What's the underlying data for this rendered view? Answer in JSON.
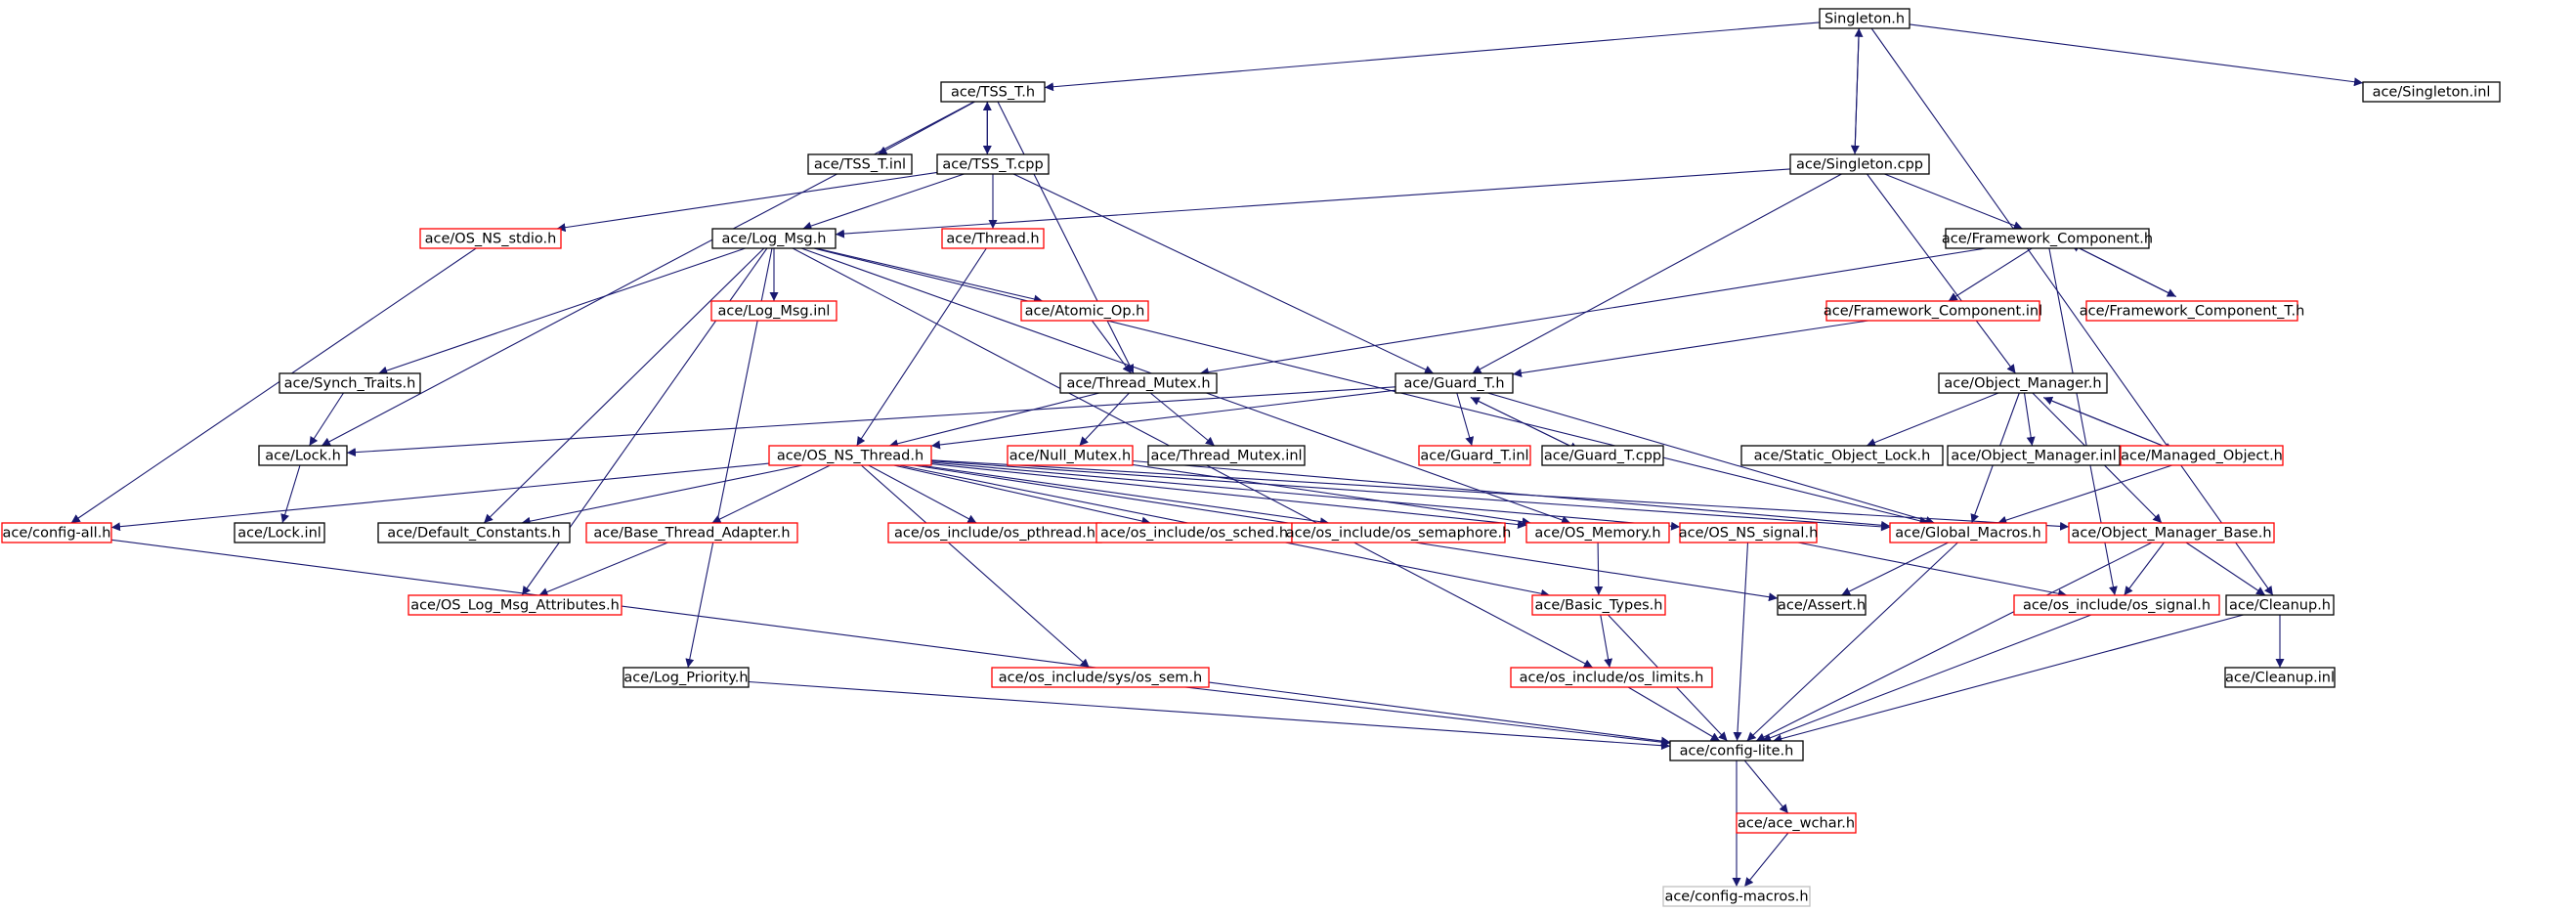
{
  "colors": {
    "edge": "#191970",
    "border_normal": "#000000",
    "border_missing": "#ff0000",
    "border_external": "#bfbfbf",
    "root_fill": "#bfbfbf"
  },
  "nodes": [
    {
      "id": "singleton_h",
      "label": "Singleton.h",
      "kind": "root"
    },
    {
      "id": "tss_t_h",
      "label": "ace/TSS_T.h",
      "kind": "normal"
    },
    {
      "id": "singleton_inl",
      "label": "ace/Singleton.inl",
      "kind": "normal"
    },
    {
      "id": "tss_t_inl",
      "label": "ace/TSS_T.inl",
      "kind": "normal"
    },
    {
      "id": "tss_t_cpp",
      "label": "ace/TSS_T.cpp",
      "kind": "normal"
    },
    {
      "id": "singleton_cpp",
      "label": "ace/Singleton.cpp",
      "kind": "normal"
    },
    {
      "id": "os_ns_stdio_h",
      "label": "ace/OS_NS_stdio.h",
      "kind": "missing"
    },
    {
      "id": "log_msg_h",
      "label": "ace/Log_Msg.h",
      "kind": "normal"
    },
    {
      "id": "thread_h",
      "label": "ace/Thread.h",
      "kind": "missing"
    },
    {
      "id": "framework_component_h",
      "label": "ace/Framework_Component.h",
      "kind": "normal"
    },
    {
      "id": "log_msg_inl",
      "label": "ace/Log_Msg.inl",
      "kind": "missing"
    },
    {
      "id": "atomic_op_h",
      "label": "ace/Atomic_Op.h",
      "kind": "missing"
    },
    {
      "id": "framework_component_inl",
      "label": "ace/Framework_Component.inl",
      "kind": "missing"
    },
    {
      "id": "framework_component_t_h",
      "label": "ace/Framework_Component_T.h",
      "kind": "missing"
    },
    {
      "id": "synch_traits_h",
      "label": "ace/Synch_Traits.h",
      "kind": "normal"
    },
    {
      "id": "thread_mutex_h",
      "label": "ace/Thread_Mutex.h",
      "kind": "normal"
    },
    {
      "id": "guard_t_h",
      "label": "ace/Guard_T.h",
      "kind": "normal"
    },
    {
      "id": "object_manager_h",
      "label": "ace/Object_Manager.h",
      "kind": "normal"
    },
    {
      "id": "lock_h",
      "label": "ace/Lock.h",
      "kind": "normal"
    },
    {
      "id": "os_ns_thread_h",
      "label": "ace/OS_NS_Thread.h",
      "kind": "missing"
    },
    {
      "id": "null_mutex_h",
      "label": "ace/Null_Mutex.h",
      "kind": "missing"
    },
    {
      "id": "thread_mutex_inl",
      "label": "ace/Thread_Mutex.inl",
      "kind": "normal"
    },
    {
      "id": "guard_t_inl",
      "label": "ace/Guard_T.inl",
      "kind": "missing"
    },
    {
      "id": "guard_t_cpp",
      "label": "ace/Guard_T.cpp",
      "kind": "normal"
    },
    {
      "id": "static_object_lock_h",
      "label": "ace/Static_Object_Lock.h",
      "kind": "normal"
    },
    {
      "id": "object_manager_inl",
      "label": "ace/Object_Manager.inl",
      "kind": "normal"
    },
    {
      "id": "managed_object_h",
      "label": "ace/Managed_Object.h",
      "kind": "missing"
    },
    {
      "id": "config_all_h",
      "label": "ace/config-all.h",
      "kind": "missing"
    },
    {
      "id": "lock_inl",
      "label": "ace/Lock.inl",
      "kind": "normal"
    },
    {
      "id": "default_constants_h",
      "label": "ace/Default_Constants.h",
      "kind": "normal"
    },
    {
      "id": "base_thread_adapter_h",
      "label": "ace/Base_Thread_Adapter.h",
      "kind": "missing"
    },
    {
      "id": "os_pthread_h",
      "label": "ace/os_include/os_pthread.h",
      "kind": "missing"
    },
    {
      "id": "os_sched_h",
      "label": "ace/os_include/os_sched.h",
      "kind": "missing"
    },
    {
      "id": "os_semaphore_h",
      "label": "ace/os_include/os_semaphore.h",
      "kind": "missing"
    },
    {
      "id": "os_memory_h",
      "label": "ace/OS_Memory.h",
      "kind": "missing"
    },
    {
      "id": "os_ns_signal_h",
      "label": "ace/OS_NS_signal.h",
      "kind": "missing"
    },
    {
      "id": "global_macros_h",
      "label": "ace/Global_Macros.h",
      "kind": "missing"
    },
    {
      "id": "object_manager_base_h",
      "label": "ace/Object_Manager_Base.h",
      "kind": "missing"
    },
    {
      "id": "os_log_msg_attributes_h",
      "label": "ace/OS_Log_Msg_Attributes.h",
      "kind": "missing"
    },
    {
      "id": "basic_types_h",
      "label": "ace/Basic_Types.h",
      "kind": "missing"
    },
    {
      "id": "assert_h",
      "label": "ace/Assert.h",
      "kind": "normal"
    },
    {
      "id": "os_signal_h",
      "label": "ace/os_include/os_signal.h",
      "kind": "missing"
    },
    {
      "id": "cleanup_h",
      "label": "ace/Cleanup.h",
      "kind": "normal"
    },
    {
      "id": "log_priority_h",
      "label": "ace/Log_Priority.h",
      "kind": "normal"
    },
    {
      "id": "os_sem_h",
      "label": "ace/os_include/sys/os_sem.h",
      "kind": "missing"
    },
    {
      "id": "os_limits_h",
      "label": "ace/os_include/os_limits.h",
      "kind": "missing"
    },
    {
      "id": "cleanup_inl",
      "label": "ace/Cleanup.inl",
      "kind": "normal"
    },
    {
      "id": "config_lite_h",
      "label": "ace/config-lite.h",
      "kind": "normal"
    },
    {
      "id": "ace_wchar_h",
      "label": "ace/ace_wchar.h",
      "kind": "missing"
    },
    {
      "id": "config_macros_h",
      "label": "ace/config-macros.h",
      "kind": "external"
    }
  ],
  "edges": [
    [
      "singleton_h",
      "tss_t_h"
    ],
    [
      "singleton_h",
      "singleton_inl"
    ],
    [
      "singleton_h",
      "singleton_cpp"
    ],
    [
      "singleton_h",
      "cleanup_h"
    ],
    [
      "singleton_cpp",
      "singleton_h"
    ],
    [
      "tss_t_h",
      "tss_t_inl"
    ],
    [
      "tss_t_h",
      "tss_t_cpp"
    ],
    [
      "tss_t_h",
      "lock_h"
    ],
    [
      "tss_t_h",
      "thread_mutex_h"
    ],
    [
      "tss_t_cpp",
      "tss_t_h"
    ],
    [
      "tss_t_cpp",
      "os_ns_stdio_h"
    ],
    [
      "tss_t_cpp",
      "log_msg_h"
    ],
    [
      "tss_t_cpp",
      "thread_h"
    ],
    [
      "tss_t_cpp",
      "guard_t_h"
    ],
    [
      "singleton_cpp",
      "log_msg_h"
    ],
    [
      "singleton_cpp",
      "framework_component_h"
    ],
    [
      "singleton_cpp",
      "guard_t_h"
    ],
    [
      "singleton_cpp",
      "object_manager_h"
    ],
    [
      "os_ns_stdio_h",
      "config_all_h"
    ],
    [
      "log_msg_h",
      "log_msg_inl"
    ],
    [
      "log_msg_h",
      "atomic_op_h"
    ],
    [
      "log_msg_h",
      "synch_traits_h"
    ],
    [
      "log_msg_h",
      "default_constants_h"
    ],
    [
      "log_msg_h",
      "os_log_msg_attributes_h"
    ],
    [
      "log_msg_h",
      "log_priority_h"
    ],
    [
      "log_msg_h",
      "os_limits_h"
    ],
    [
      "log_msg_h",
      "global_macros_h"
    ],
    [
      "log_msg_h",
      "os_memory_h"
    ],
    [
      "thread_h",
      "os_ns_thread_h"
    ],
    [
      "framework_component_h",
      "framework_component_inl"
    ],
    [
      "framework_component_h",
      "framework_component_t_h"
    ],
    [
      "framework_component_h",
      "thread_mutex_h"
    ],
    [
      "framework_component_h",
      "os_signal_h"
    ],
    [
      "framework_component_t_h",
      "framework_component_h"
    ],
    [
      "framework_component_inl",
      "guard_t_h"
    ],
    [
      "atomic_op_h",
      "thread_mutex_h"
    ],
    [
      "synch_traits_h",
      "lock_h"
    ],
    [
      "thread_mutex_h",
      "os_ns_thread_h"
    ],
    [
      "thread_mutex_h",
      "null_mutex_h"
    ],
    [
      "thread_mutex_h",
      "thread_mutex_inl"
    ],
    [
      "guard_t_h",
      "lock_h"
    ],
    [
      "guard_t_h",
      "os_ns_thread_h"
    ],
    [
      "guard_t_h",
      "guard_t_inl"
    ],
    [
      "guard_t_h",
      "guard_t_cpp"
    ],
    [
      "guard_t_h",
      "global_macros_h"
    ],
    [
      "guard_t_cpp",
      "guard_t_h"
    ],
    [
      "object_manager_h",
      "static_object_lock_h"
    ],
    [
      "object_manager_h",
      "object_manager_inl"
    ],
    [
      "object_manager_h",
      "managed_object_h"
    ],
    [
      "object_manager_h",
      "object_manager_base_h"
    ],
    [
      "object_manager_h",
      "global_macros_h"
    ],
    [
      "managed_object_h",
      "object_manager_h"
    ],
    [
      "managed_object_h",
      "global_macros_h"
    ],
    [
      "null_mutex_h",
      "global_macros_h"
    ],
    [
      "null_mutex_h",
      "os_memory_h"
    ],
    [
      "lock_h",
      "lock_inl"
    ],
    [
      "os_ns_thread_h",
      "config_all_h"
    ],
    [
      "os_ns_thread_h",
      "default_constants_h"
    ],
    [
      "os_ns_thread_h",
      "base_thread_adapter_h"
    ],
    [
      "os_ns_thread_h",
      "os_pthread_h"
    ],
    [
      "os_ns_thread_h",
      "os_sched_h"
    ],
    [
      "os_ns_thread_h",
      "os_semaphore_h"
    ],
    [
      "os_ns_thread_h",
      "os_memory_h"
    ],
    [
      "os_ns_thread_h",
      "os_ns_signal_h"
    ],
    [
      "os_ns_thread_h",
      "global_macros_h"
    ],
    [
      "os_ns_thread_h",
      "object_manager_base_h"
    ],
    [
      "os_ns_thread_h",
      "basic_types_h"
    ],
    [
      "os_ns_thread_h",
      "os_sem_h"
    ],
    [
      "os_ns_thread_h",
      "assert_h"
    ],
    [
      "base_thread_adapter_h",
      "os_log_msg_attributes_h"
    ],
    [
      "os_memory_h",
      "basic_types_h"
    ],
    [
      "os_ns_signal_h",
      "os_signal_h"
    ],
    [
      "os_ns_signal_h",
      "config_lite_h"
    ],
    [
      "global_macros_h",
      "assert_h"
    ],
    [
      "global_macros_h",
      "config_lite_h"
    ],
    [
      "object_manager_base_h",
      "os_signal_h"
    ],
    [
      "object_manager_base_h",
      "cleanup_h"
    ],
    [
      "object_manager_base_h",
      "config_lite_h"
    ],
    [
      "basic_types_h",
      "os_limits_h"
    ],
    [
      "basic_types_h",
      "config_lite_h"
    ],
    [
      "os_signal_h",
      "config_lite_h"
    ],
    [
      "cleanup_h",
      "cleanup_inl"
    ],
    [
      "cleanup_h",
      "config_lite_h"
    ],
    [
      "config_all_h",
      "config_lite_h"
    ],
    [
      "log_priority_h",
      "config_lite_h"
    ],
    [
      "os_sem_h",
      "config_lite_h"
    ],
    [
      "os_limits_h",
      "config_lite_h"
    ],
    [
      "config_lite_h",
      "ace_wchar_h"
    ],
    [
      "config_lite_h",
      "config_macros_h"
    ],
    [
      "ace_wchar_h",
      "config_macros_h"
    ]
  ]
}
